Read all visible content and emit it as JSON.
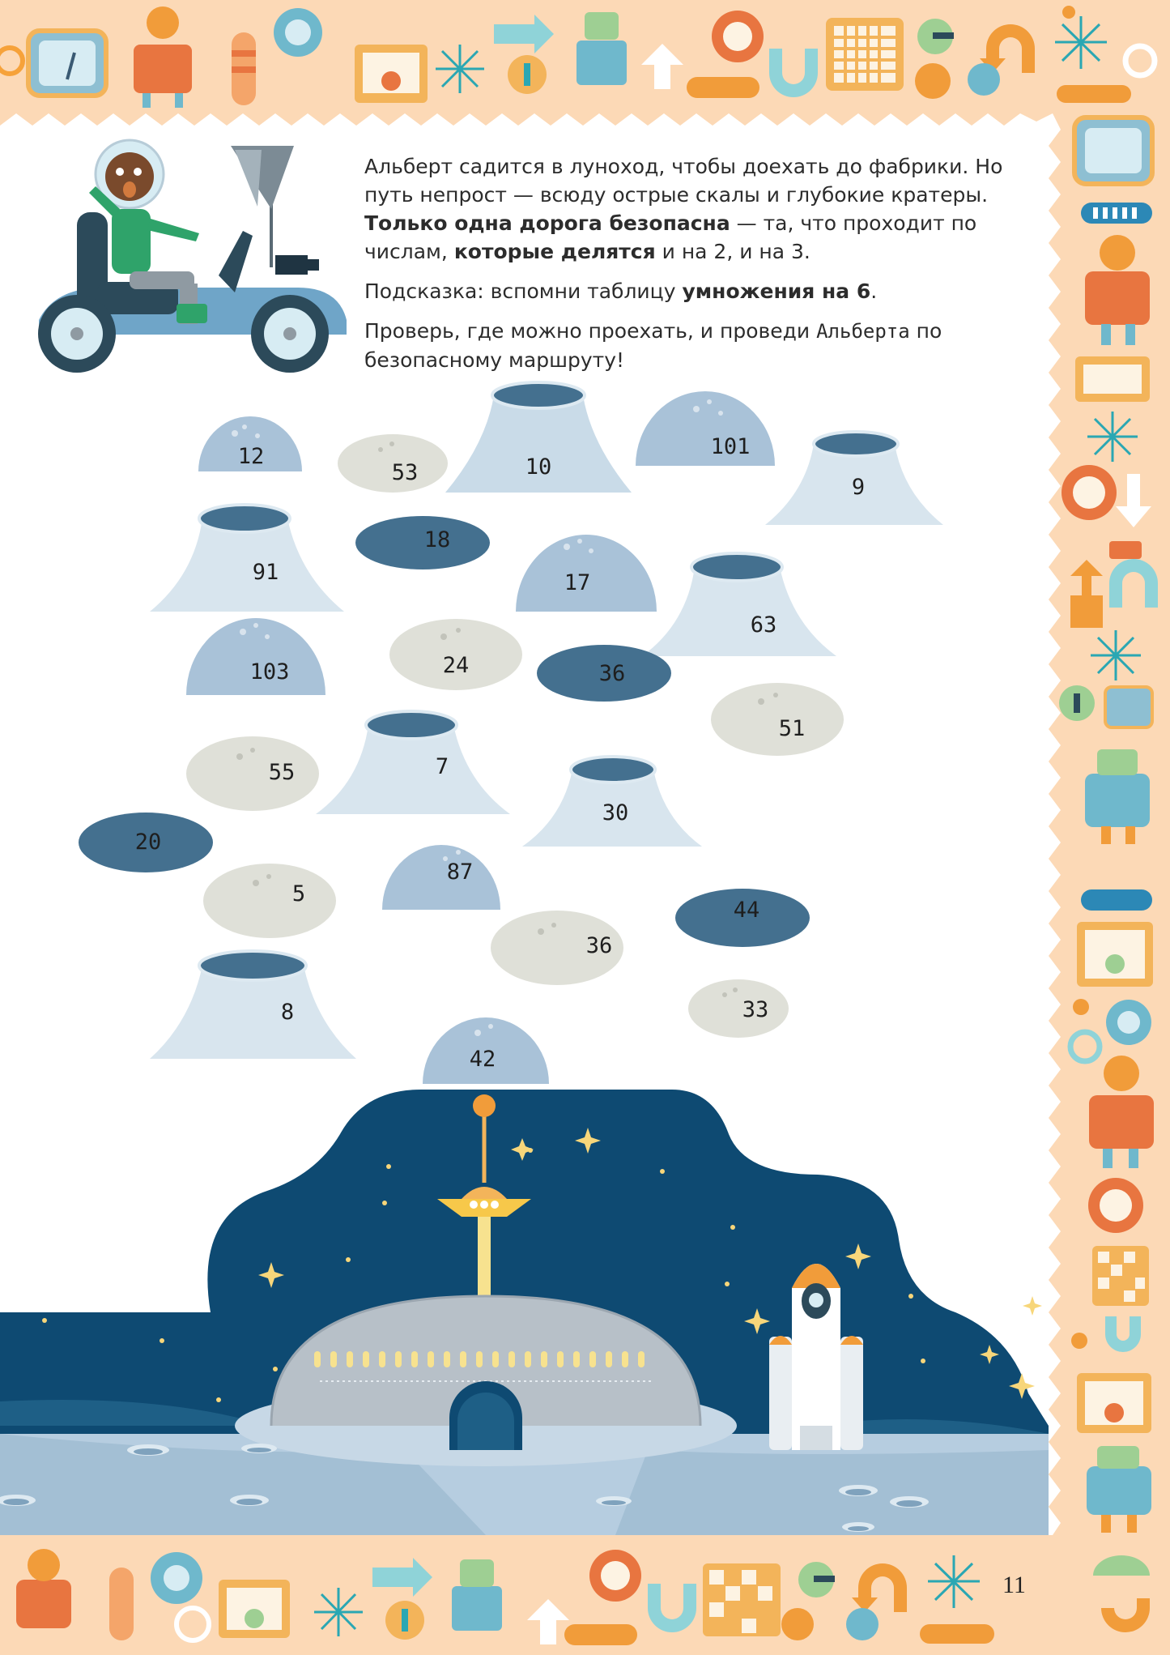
{
  "text": {
    "p1_a": "Альберт садится в луноход, чтобы доехать до фабрики. Но путь непрост — всюду острые скалы и глубокие кратеры. ",
    "p1_b": "Только одна дорога безопасна",
    "p1_c": " — та, что проходит по числам, ",
    "p1_d": "которые делятся",
    "p1_e": " и на 2, и на 3.",
    "p2_a": "Подсказка: вспомни таблицу ",
    "p2_b": "умножения на 6",
    "p2_c": ".",
    "p3_a": "Проверь, где можно проехать, и проведи ",
    "p3_b": "Альберта",
    "p3_c": " по безопасному маршруту!"
  },
  "numbers": [
    "12",
    "53",
    "10",
    "101",
    "9",
    "91",
    "18",
    "17",
    "63",
    "103",
    "24",
    "36",
    "51",
    "55",
    "7",
    "30",
    "20",
    "5",
    "87",
    "44",
    "36",
    "33",
    "8",
    "42"
  ],
  "page_number": "11",
  "colors": {
    "background": "#fcd9b6",
    "paper": "#ffffff",
    "night_sky": "#0e4a72",
    "moon_ground": "#b6cde0",
    "rock_light": "#a9c2d8",
    "stone_beige": "#dfe0d8",
    "crater_dark": "#44708f"
  }
}
